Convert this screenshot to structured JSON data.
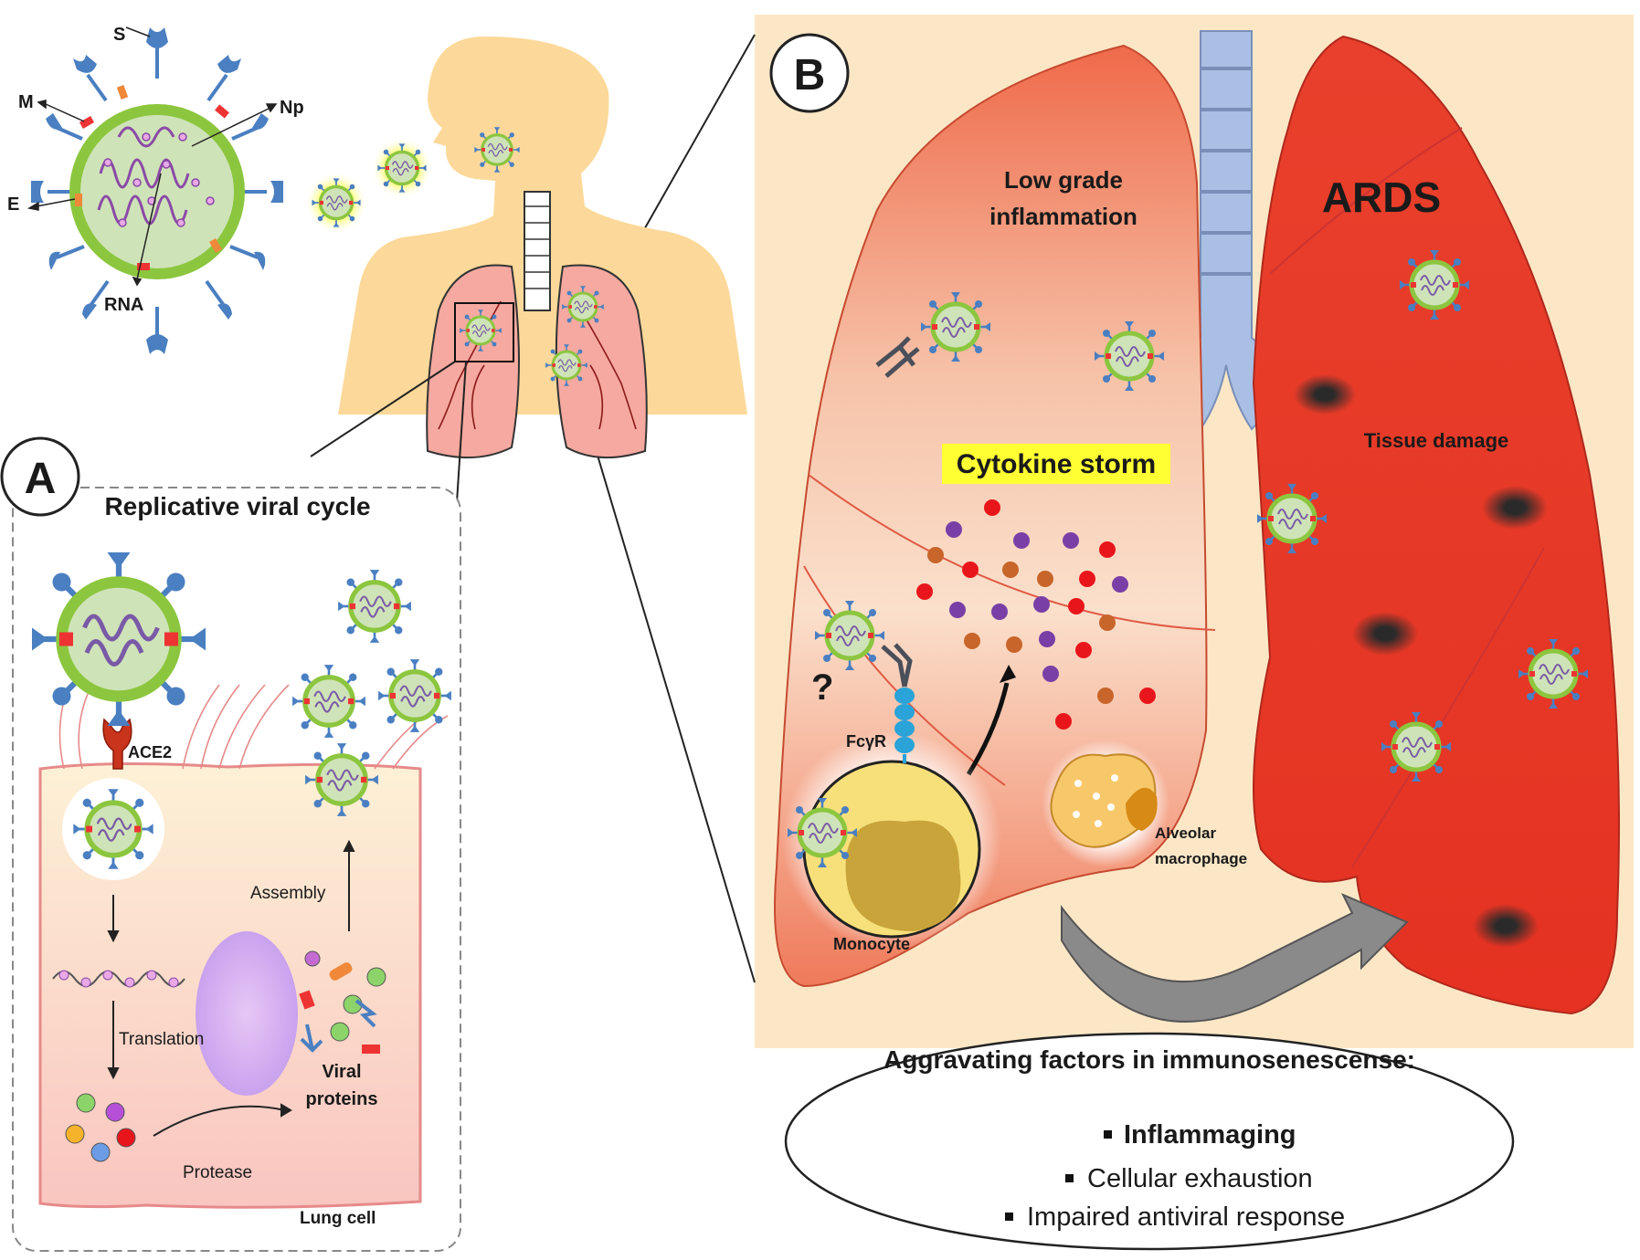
{
  "virion": {
    "labels": {
      "s": "S",
      "m": "M",
      "e": "E",
      "np": "Np",
      "rna": "RNA"
    }
  },
  "panel_a": {
    "letter": "A",
    "title": "Replicative viral cycle",
    "receptor": "ACE2",
    "assembly": "Assembly",
    "translation": "Translation",
    "viral_proteins_line1": "Viral",
    "viral_proteins_line2": "proteins",
    "protease": "Protease",
    "lung_cell": "Lung cell"
  },
  "panel_b": {
    "letter": "B",
    "low_grade_line1": "Low grade",
    "low_grade_line2": "inflammation",
    "ards": "ARDS",
    "tissue_damage": "Tissue damage",
    "cytokine_storm": "Cytokine storm",
    "question": "?",
    "fcyr": "FcγR",
    "monocyte": "Monocyte",
    "alveolar_line1": "Alveolar",
    "alveolar_line2": "macrophage"
  },
  "factors": {
    "title": "Aggravating factors in immunosenescense:",
    "items": [
      "Inflammaging",
      "Cellular exhaustion",
      "Impaired  antiviral response"
    ]
  },
  "colors": {
    "virus_fill": "#cfe3b8",
    "virus_ring": "#8cc63f",
    "spike": "#4a7fc1",
    "body": "#fcd99a",
    "lung_left": "#f08a6c",
    "lung_right": "#e8412f",
    "panel_b_bg": "#fbe7c6",
    "cytokine_red": "#e8161b",
    "cytokine_purple": "#7a3fa6",
    "cytokine_brown": "#c8652a",
    "highlight": "#ffff33"
  }
}
